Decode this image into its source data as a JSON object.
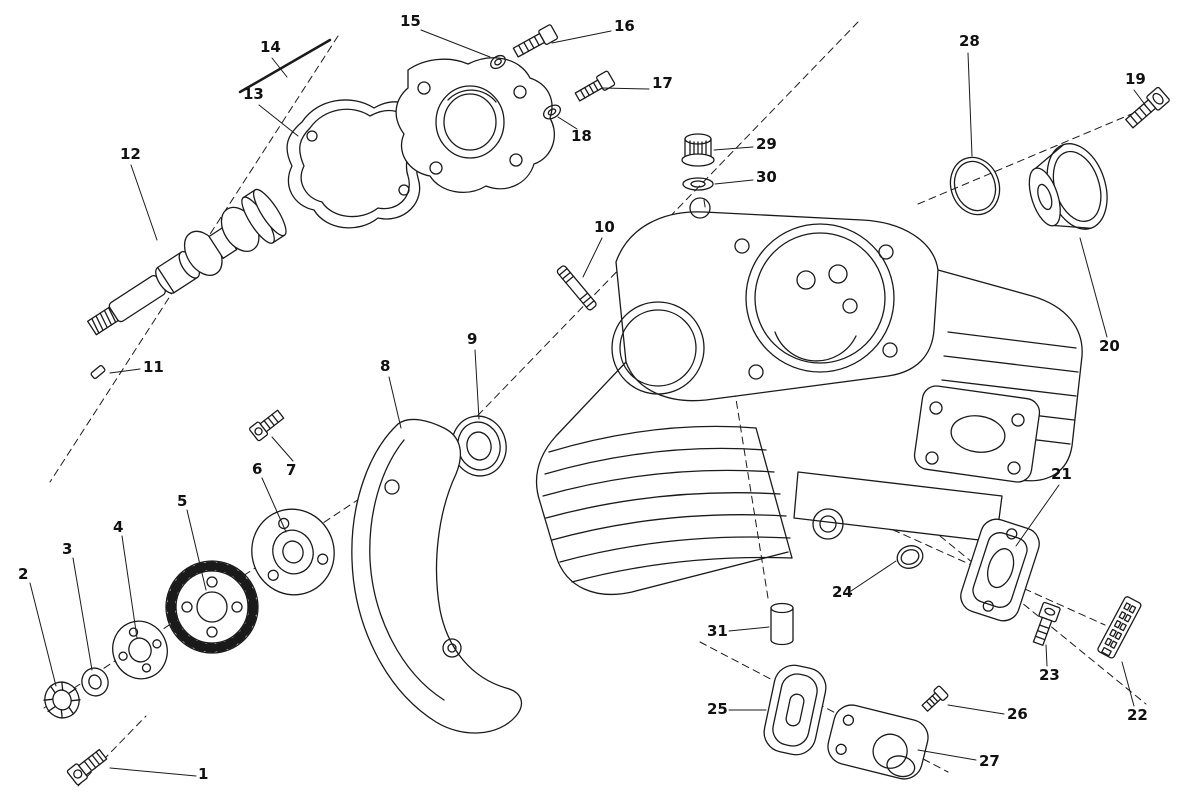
{
  "figure": {
    "kind": "exploded-parts-diagram",
    "description": "Engine cylinder head / timing components exploded line drawing with numbered callouts",
    "background_color": "#ffffff",
    "line_color": "#1a1a1a",
    "callout_count": 31
  },
  "callouts": [
    {
      "id": 1,
      "label": "1"
    },
    {
      "id": 2,
      "label": "2"
    },
    {
      "id": 3,
      "label": "3"
    },
    {
      "id": 4,
      "label": "4"
    },
    {
      "id": 5,
      "label": "5"
    },
    {
      "id": 6,
      "label": "6"
    },
    {
      "id": 7,
      "label": "7"
    },
    {
      "id": 8,
      "label": "8"
    },
    {
      "id": 9,
      "label": "9"
    },
    {
      "id": 10,
      "label": "10"
    },
    {
      "id": 11,
      "label": "11"
    },
    {
      "id": 12,
      "label": "12"
    },
    {
      "id": 13,
      "label": "13"
    },
    {
      "id": 14,
      "label": "14"
    },
    {
      "id": 15,
      "label": "15"
    },
    {
      "id": 16,
      "label": "16"
    },
    {
      "id": 17,
      "label": "17"
    },
    {
      "id": 18,
      "label": "18"
    },
    {
      "id": 19,
      "label": "19"
    },
    {
      "id": 20,
      "label": "20"
    },
    {
      "id": 21,
      "label": "21"
    },
    {
      "id": 22,
      "label": "22"
    },
    {
      "id": 23,
      "label": "23"
    },
    {
      "id": 24,
      "label": "24"
    },
    {
      "id": 25,
      "label": "25"
    },
    {
      "id": 26,
      "label": "26"
    },
    {
      "id": 27,
      "label": "27"
    },
    {
      "id": 28,
      "label": "28"
    },
    {
      "id": 29,
      "label": "29"
    },
    {
      "id": 30,
      "label": "30"
    },
    {
      "id": 31,
      "label": "31"
    }
  ]
}
